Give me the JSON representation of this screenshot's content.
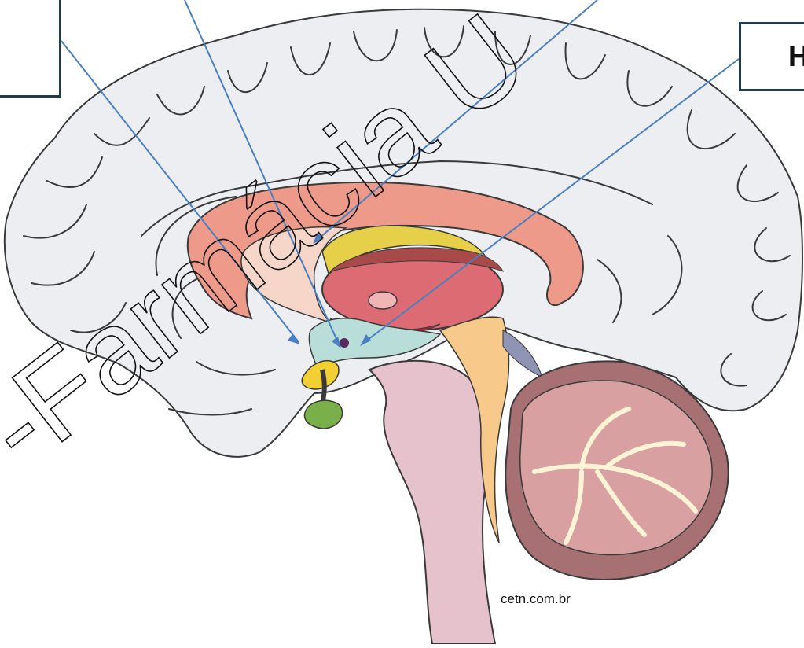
{
  "labels": {
    "right_box_text": "H",
    "left_box_text": ""
  },
  "watermark": "-Farmácia U",
  "credit": "cetn.com.br",
  "colors": {
    "arrow": "#4a7fc1",
    "box_border": "#1f3b4d",
    "cortex_fill": "#eceef2",
    "cortex_stroke": "#3a3a3a",
    "corpus_callosum": "#ee9a8a",
    "thalamus": "#dc6b74",
    "fornix": "#f6d6c8",
    "hypothalamus": "#b9ddd8",
    "pituitary": "#79b04a",
    "mammillary": "#f2cf33",
    "brainstem": "#e6c2cd",
    "midbrain": "#f7c98b",
    "cerebellum": "#a77073"
  }
}
